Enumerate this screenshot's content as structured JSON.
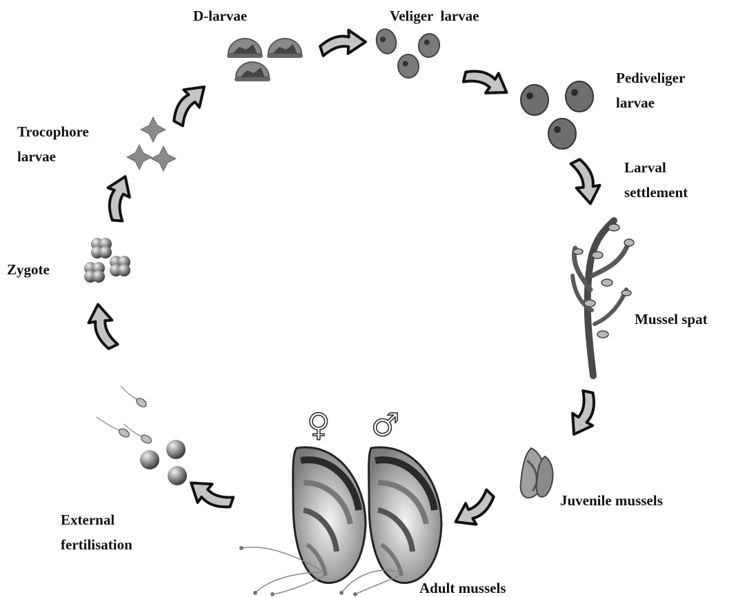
{
  "labels": {
    "d_larvae": "D-larvae",
    "veliger": "Veliger  larvae",
    "pediveliger_1": "Pediveliger",
    "pediveliger_2": "larvae",
    "settlement_1": "Larval",
    "settlement_2": "settlement",
    "mussel_spat": "Mussel spat",
    "juvenile": "Juvenile mussels",
    "adult": "Adult mussels",
    "fertilisation_1": "External",
    "fertilisation_2": "fertilisation",
    "zygote": "Zygote",
    "trocophore_1": "Trocophore",
    "trocophore_2": "larvae",
    "female_symbol": "♀",
    "male_symbol": "♂"
  },
  "colors": {
    "arrow_fill": "#c4c4c4",
    "arrow_stroke": "#111111",
    "label": "#111111",
    "shell_dark": "#4a4a4a",
    "shell_mid": "#8a8a8a",
    "shell_light": "#d0d0d0"
  }
}
